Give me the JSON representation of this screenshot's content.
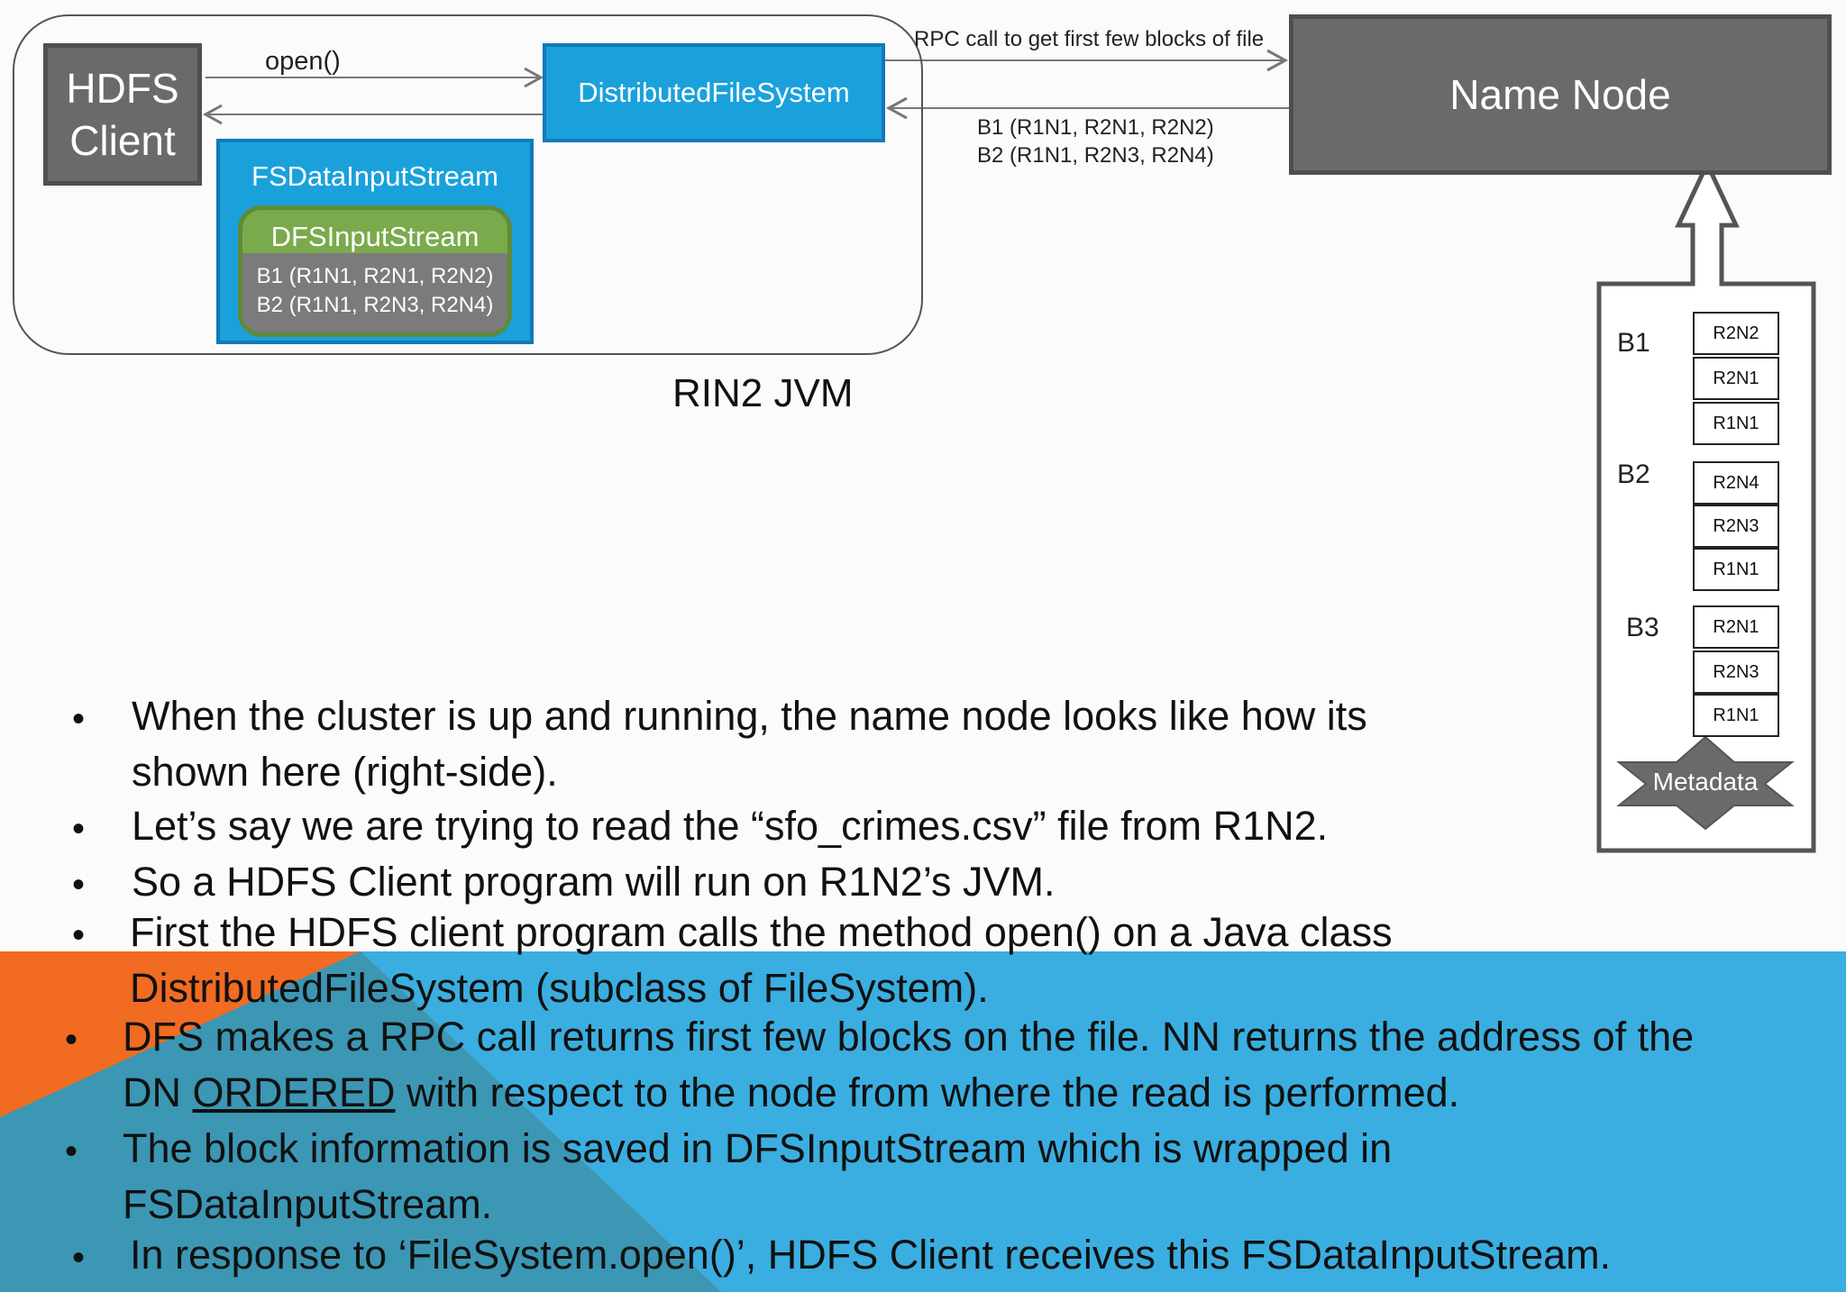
{
  "diagram": {
    "hdfs_client": [
      "HDFS",
      "Client"
    ],
    "distributed_fs": "DistributedFileSystem",
    "fsdatainputstream": "FSDataInputStream",
    "dfsinputstream": "DFSInputStream",
    "dfs_blocks": [
      "B1 (R1N1, R2N1, R2N2)",
      "B2 (R1N1, R2N3, R2N4)"
    ],
    "open_label": "open()",
    "rpc_label": "RPC call to get first few blocks of file",
    "reply_blocks": [
      "B1 (R1N1, R2N1, R2N2)",
      "B2 (R1N1, R2N3, R2N4)"
    ],
    "jvm_label": "RIN2 JVM",
    "name_node": "Name Node",
    "metadata_label": "Metadata",
    "blocks": [
      {
        "name": "B1",
        "replicas": [
          "R2N2",
          "R2N1",
          "R1N1"
        ]
      },
      {
        "name": "B2",
        "replicas": [
          "R2N4",
          "R2N3",
          "R1N1"
        ]
      },
      {
        "name": "B3",
        "replicas": [
          "R2N1",
          "R2N3",
          "R1N1"
        ]
      }
    ]
  },
  "bullets": [
    {
      "bullet": "•",
      "lines": [
        "When the cluster is up and running, the name node looks like how its",
        "shown here (right-side)."
      ]
    },
    {
      "bullet": "•",
      "lines": [
        "Let’s say we are trying to read the “sfo_crimes.csv” file from R1N2."
      ]
    },
    {
      "bullet": "•",
      "lines": [
        "So a HDFS Client program will run on R1N2’s JVM."
      ]
    },
    {
      "bullet": "•",
      "lines": [
        "First the HDFS client program calls the method open() on a Java class",
        "DistributedFileSystem (subclass of FileSystem)."
      ]
    },
    {
      "bullet": "•",
      "line1_pre": "DFS makes a RPC call returns first few blocks on the file. NN returns the address of the",
      "line2_pre": "DN ",
      "line2_underline": "ORDERED",
      "line2_post": " with respect to the node from where the read is performed."
    },
    {
      "bullet": "•",
      "lines": [
        "The block information is saved in DFSInputStream which is wrapped in",
        "FSDataInputStream."
      ]
    },
    {
      "bullet": "•",
      "lines": [
        "In response to ‘FileSystem.open()’, HDFS Client receives this FSDataInputStream."
      ]
    }
  ],
  "colors": {
    "orange": "#f26b22",
    "blue": "#3aaee0",
    "teal": "#3b97b4",
    "box_blue": "#1aa1dc",
    "green": "#7aaa4c",
    "gray": "#6a6a6a"
  }
}
